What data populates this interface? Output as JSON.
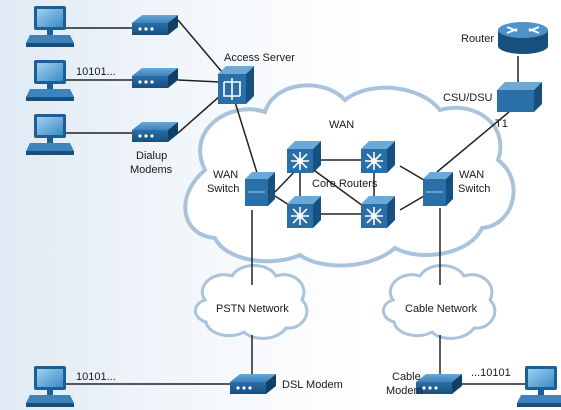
{
  "labels": {
    "access_server": "Access Server",
    "router": "Router",
    "csu_dsu": "CSU/DSU",
    "t1": "T1",
    "wan": "WAN",
    "wan_switch_left_1": "WAN",
    "wan_switch_left_2": "Switch",
    "wan_switch_right_1": "WAN",
    "wan_switch_right_2": "Switch",
    "core_routers": "Core Routers",
    "dialup_1": "Dialup",
    "dialup_2": "Modems",
    "pstn": "PSTN Network",
    "cable_network": "Cable Network",
    "dsl_modem": "DSL Modem",
    "cable_modem_1": "Cable",
    "cable_modem_2": "Modem",
    "bits_top": "10101...",
    "bits_bottom_left": "10101...",
    "bits_bottom_right": "...10101"
  },
  "colors": {
    "device_blue": "#1c5e93",
    "device_light": "#4d93c8",
    "cloud_fill": "#ffffff",
    "cloud_stroke": "#a9c3dd",
    "line": "#222222"
  }
}
